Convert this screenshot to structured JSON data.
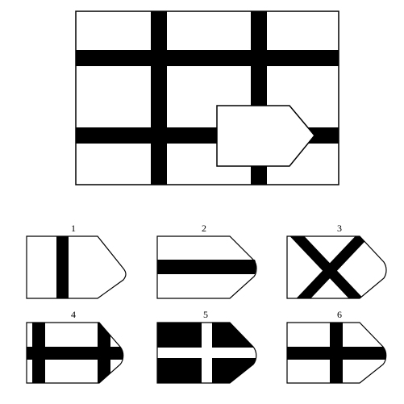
{
  "colors": {
    "ink": "#000000",
    "paper": "#ffffff"
  },
  "puzzle": {
    "description_free": true,
    "missing_piece_shape": "pentagon-arrow-right"
  },
  "options": [
    {
      "number": "1",
      "pattern": "single-vertical-bar"
    },
    {
      "number": "2",
      "pattern": "single-horizontal-bar"
    },
    {
      "number": "3",
      "pattern": "diagonal-x"
    },
    {
      "number": "4",
      "pattern": "double-vertical-single-horizontal"
    },
    {
      "number": "5",
      "pattern": "white-cross-on-black"
    },
    {
      "number": "6",
      "pattern": "single-cross"
    }
  ]
}
